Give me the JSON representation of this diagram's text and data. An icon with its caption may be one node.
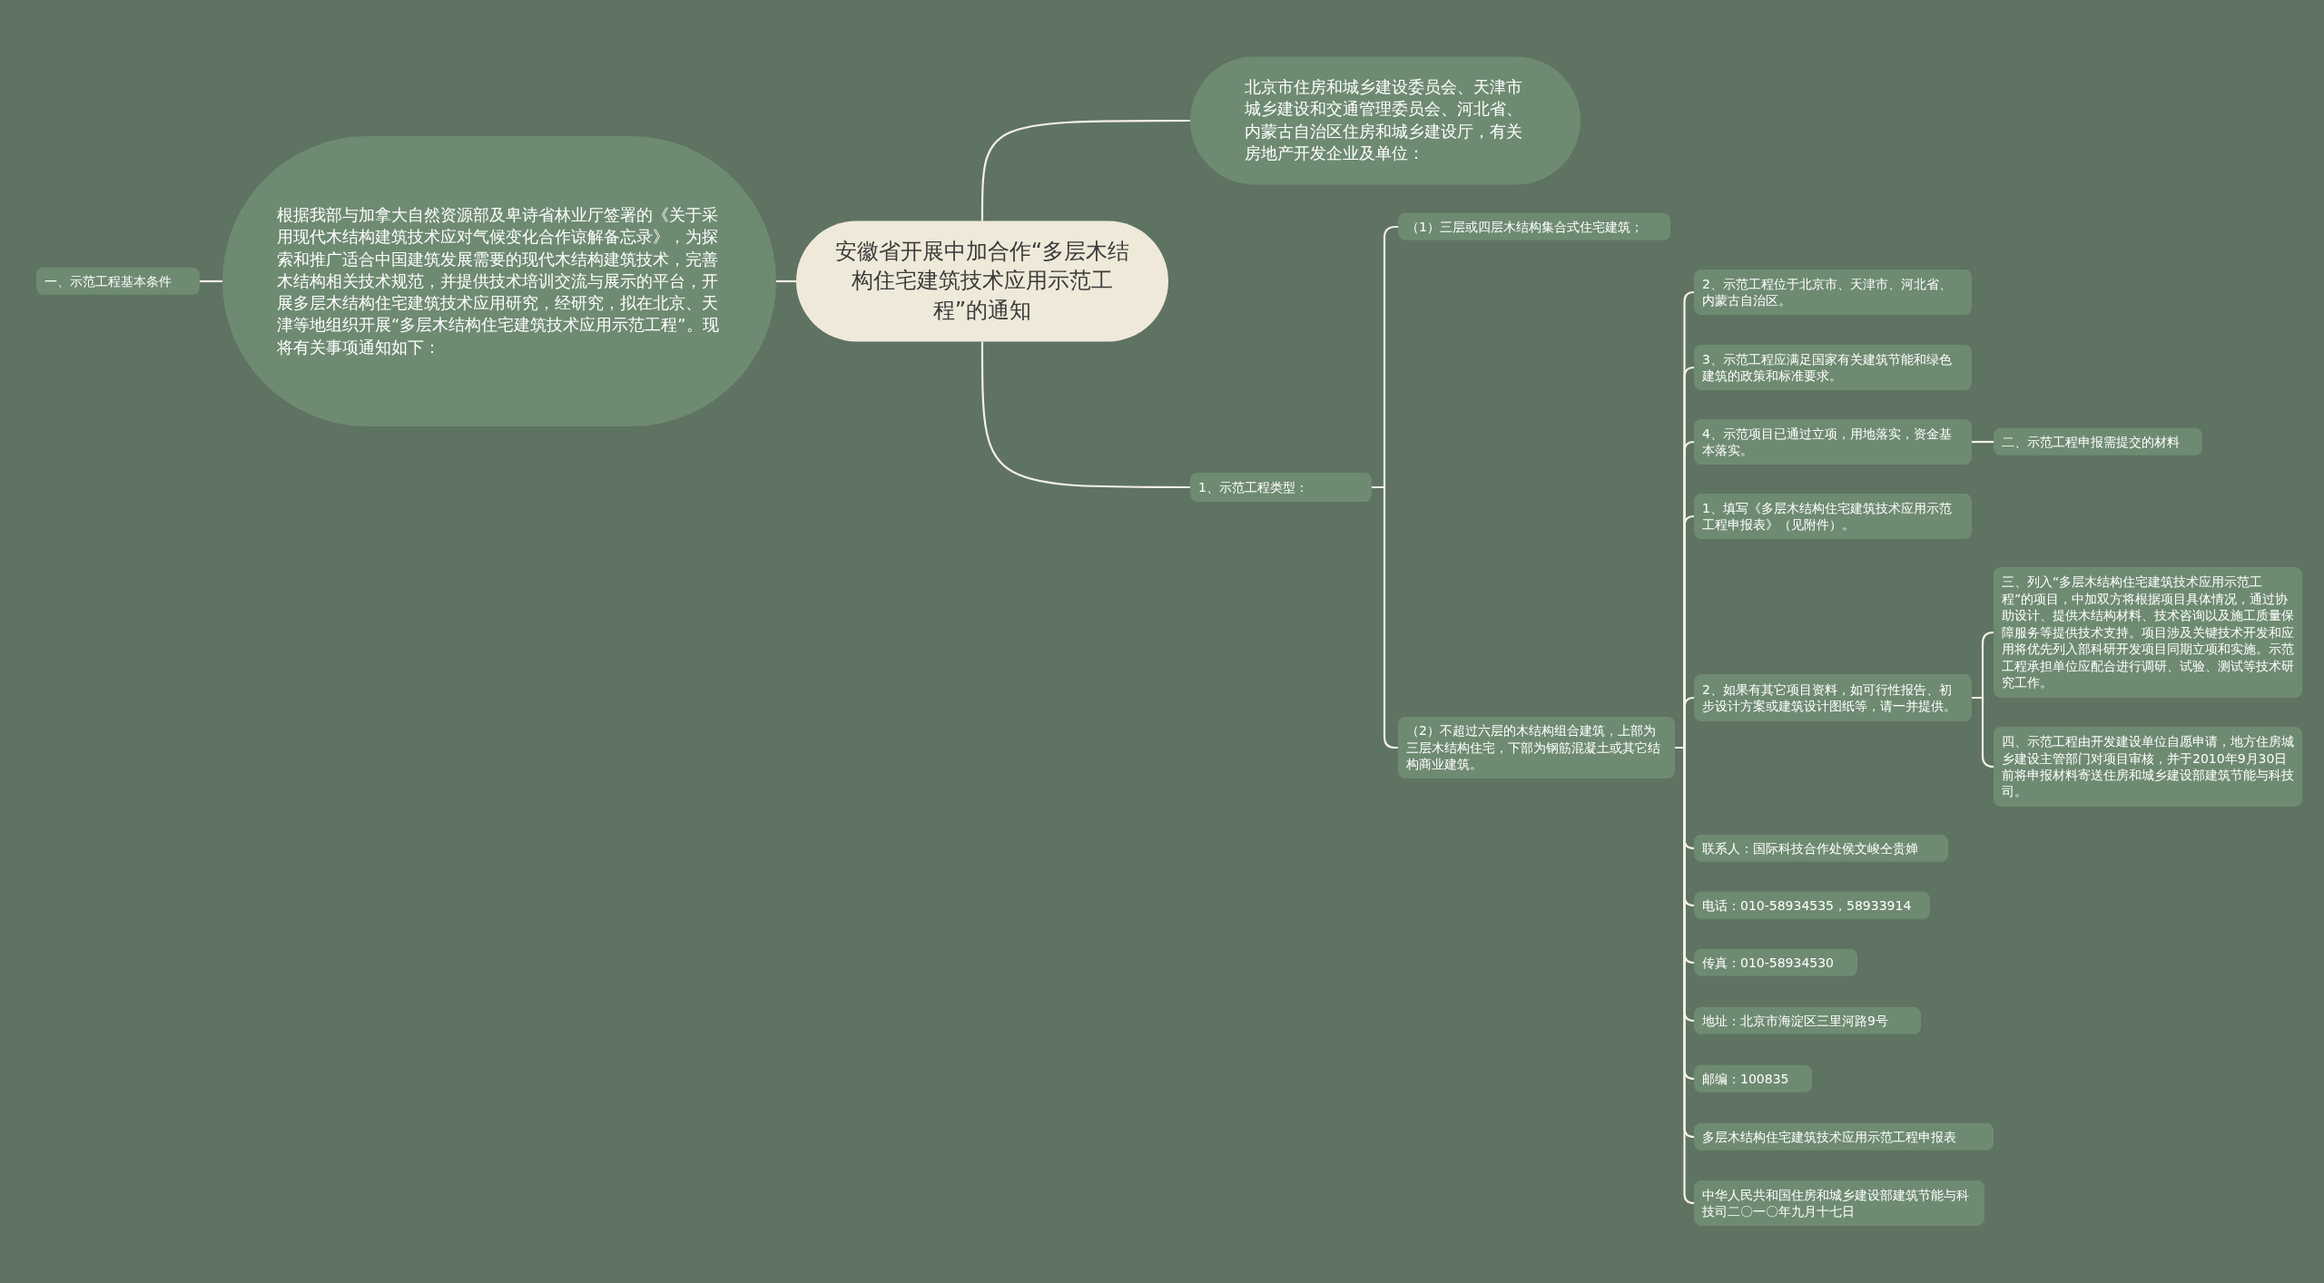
{
  "diagram": {
    "nodes": [
      {
        "text": [
          "安徽省开展中加合作“多层木结构住宅建筑技术应用示范工程”的通知"
        ]
      },
      {
        "text": [
          "北京市住房和城乡建设委员会、天津市城乡建设和交通管理委员会、河北省、内蒙古自治区住房和城乡建设厅，有关房地产开发企业及单位："
        ]
      },
      {
        "text": [
          "根据我部与加拿大自然资源部及卑诗省林业厅签署的《关于采用现代木结构建筑技术应对气候变化合作谅解备忘录》，为探索和推广适合中国建筑发展需要的现代木结构建筑技术，完善木结构相关技术规范，并提供技术培训交流与展示的平台，开展多层木结构住宅建筑技术应用研究，经研究，拟在北京、天津等地组织开展“多层木结构住宅建筑技术应用示范工程”。现将有关事项通知如下："
        ]
      },
      {
        "text": [
          "一、示范工程基本条件"
        ]
      },
      {
        "text": [
          "1、示范工程类型："
        ]
      },
      {
        "text": [
          "（1）三层或四层木结构集合式住宅建筑；"
        ]
      },
      {
        "text": [
          "（2）不超过六层的木结构组合建筑，上部为三层木结构住宅，下部为钢筋混凝土或其它结构商业建筑。"
        ]
      },
      {
        "text": [
          "2、示范工程位于北京市、天津市、河北省、内蒙古自治区。"
        ]
      },
      {
        "text": [
          "3、示范工程应满足国家有关建筑节能和绿色建筑的政策和标准要求。"
        ]
      },
      {
        "text": [
          "4、示范项目已通过立项，用地落实，资金基本落实。"
        ]
      },
      {
        "text": [
          "二、示范工程申报需提交的材料"
        ]
      },
      {
        "text": [
          "1、填写《多层木结构住宅建筑技术应用示范工程申报表》（见附件）。"
        ]
      },
      {
        "text": [
          "2、如果有其它项目资料，如可行性报告、初步设计方案或建筑设计图纸等，请一并提供。"
        ]
      },
      {
        "text": [
          "三、列入“多层木结构住宅建筑技术应用示范工程”的项目，中加双方将根据项目具体情况，通过协助设计、提供木结构材料、技术咨询以及施工质量保障服务等提供技术支持。项目涉及关键技术开发和应用将优先列入部科研开发项目同期立项和实施。示范工程承担单位应配合进行调研、试验、测试等技术研究工作。"
        ]
      },
      {
        "text": [
          "四、示范工程由开发建设单位自愿申请，地方住房城乡建设主管部门对项目审核，并于2010年9月30日前将申报材料寄送住房和城乡建设部建筑节能与科技司。"
        ]
      },
      {
        "text": [
          "联系人：国际科技合作处侯文峻仝贵婵"
        ]
      },
      {
        "text": [
          "电话：010-58934535，58933914"
        ]
      },
      {
        "text": [
          "传真：010-58934530"
        ]
      },
      {
        "text": [
          "地址：北京市海淀区三里河路9号"
        ]
      },
      {
        "text": [
          "邮编：100835"
        ]
      },
      {
        "text": [
          "多层木结构住宅建筑技术应用示范工程申报表"
        ]
      },
      {
        "text": [
          "中华人民共和国住房和城乡建设部建筑节能与科技司二〇一〇年九月十七日"
        ]
      }
    ],
    "edges": [
      {
        "from": 0,
        "to": 1,
        "arrow": "none"
      },
      {
        "from": 0,
        "to": 2,
        "arrow": "none"
      },
      {
        "from": 2,
        "to": 3,
        "arrow": "none"
      },
      {
        "from": 0,
        "to": 4,
        "arrow": "none"
      },
      {
        "from": 4,
        "to": 5,
        "arrow": "none"
      },
      {
        "from": 4,
        "to": 6,
        "arrow": "none"
      },
      {
        "from": 6,
        "to": 7,
        "arrow": "none"
      },
      {
        "from": 6,
        "to": 8,
        "arrow": "none"
      },
      {
        "from": 6,
        "to": 9,
        "arrow": "none"
      },
      {
        "from": 9,
        "to": 10,
        "arrow": "none"
      },
      {
        "from": 6,
        "to": 11,
        "arrow": "none"
      },
      {
        "from": 6,
        "to": 12,
        "arrow": "none"
      },
      {
        "from": 12,
        "to": 13,
        "arrow": "none"
      },
      {
        "from": 12,
        "to": 14,
        "arrow": "none"
      },
      {
        "from": 6,
        "to": 15,
        "arrow": "none"
      },
      {
        "from": 6,
        "to": 16,
        "arrow": "none"
      },
      {
        "from": 6,
        "to": 17,
        "arrow": "none"
      },
      {
        "from": 6,
        "to": 18,
        "arrow": "none"
      },
      {
        "from": 6,
        "to": 19,
        "arrow": "none"
      },
      {
        "from": 6,
        "to": 20,
        "arrow": "none"
      },
      {
        "from": 6,
        "to": 21,
        "arrow": "none"
      }
    ]
  }
}
